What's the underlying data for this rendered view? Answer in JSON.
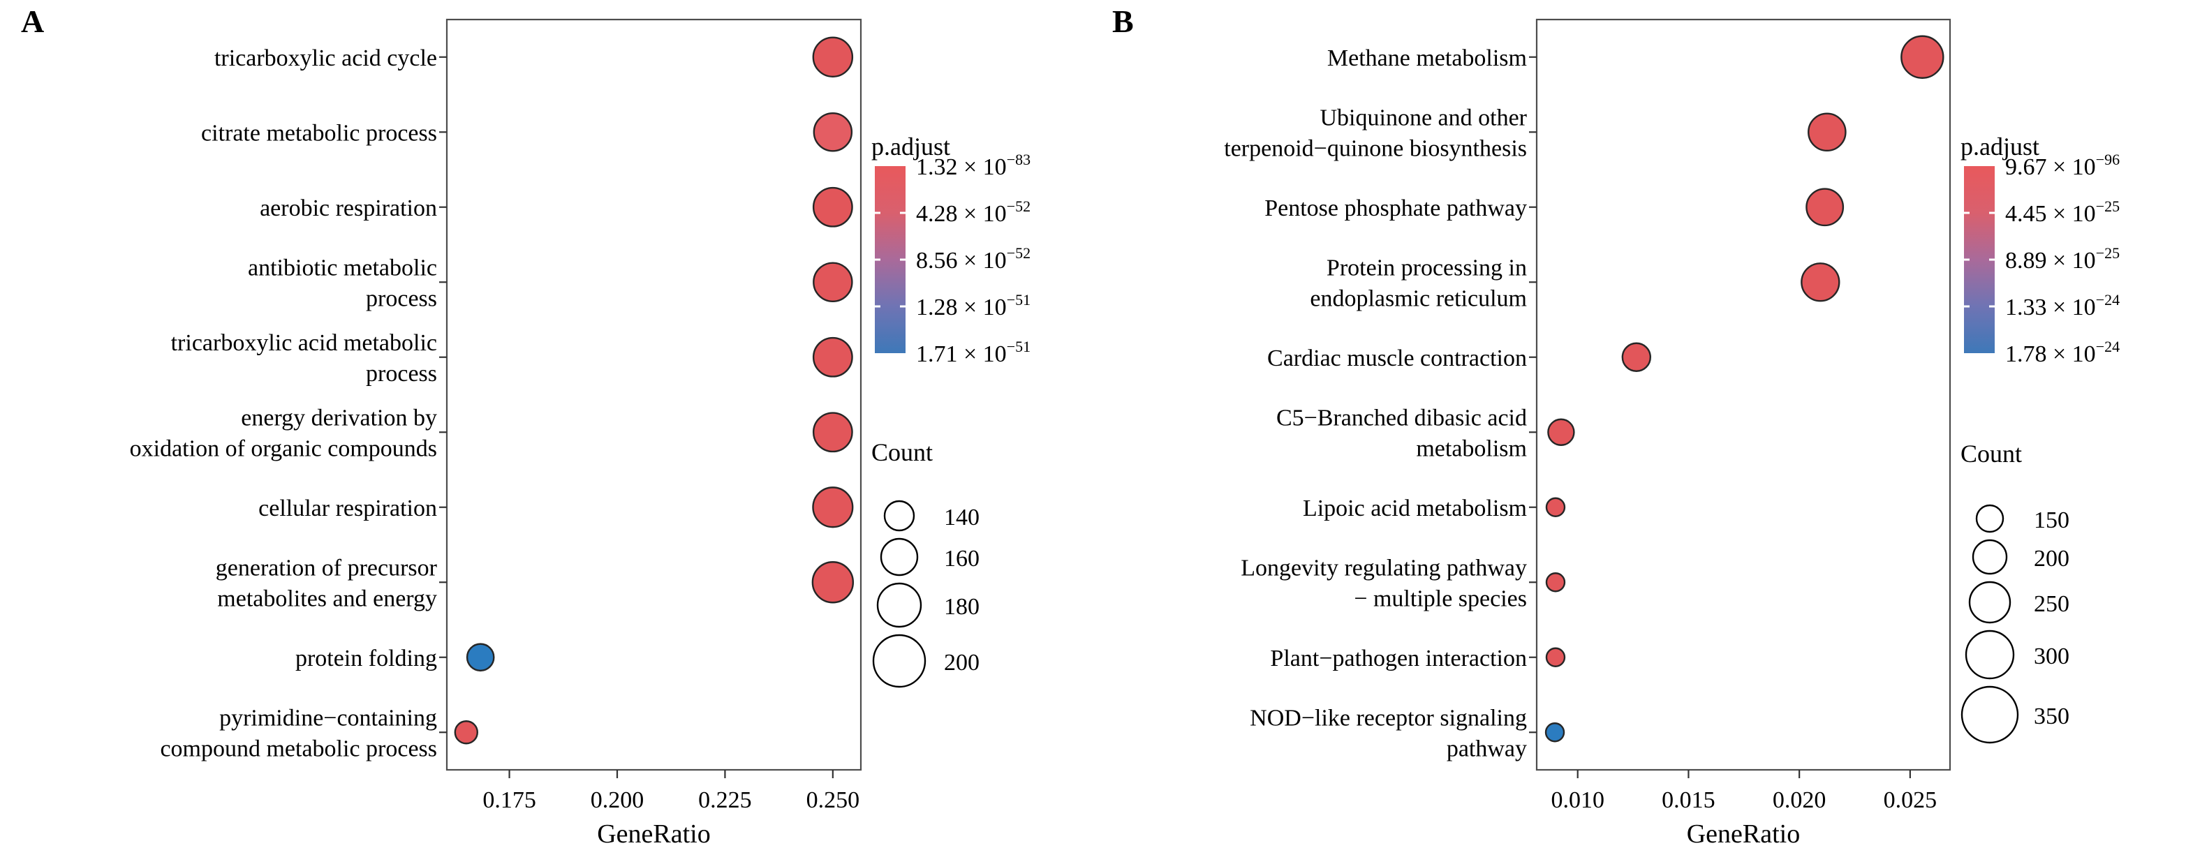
{
  "figure": {
    "panels": [
      {
        "letter": "A",
        "axis": {
          "xlabel": "GeneRatio",
          "xticks": [
            "0.175",
            "0.200",
            "0.225",
            "0.250"
          ],
          "xtick_values": [
            0.175,
            0.2,
            0.225,
            0.25
          ],
          "xlim": [
            0.1605,
            0.2565
          ]
        },
        "categories": [
          "tricarboxylic acid cycle",
          "citrate metabolic process",
          "aerobic respiration",
          "antibiotic metabolic\nprocess",
          "tricarboxylic acid metabolic\nprocess",
          "energy derivation by\noxidation of organic compounds",
          "cellular respiration",
          "generation of precursor\nmetabolites and energy",
          "protein folding",
          "pyrimidine−containing\ncompound metabolic process"
        ],
        "points": [
          {
            "label": "tricarboxylic acid cycle",
            "gene_ratio": 0.25,
            "count": 178,
            "color": "#e2565a"
          },
          {
            "label": "citrate metabolic process",
            "gene_ratio": 0.25,
            "count": 172,
            "color": "#e45d63"
          },
          {
            "label": "aerobic respiration",
            "gene_ratio": 0.25,
            "count": 176,
            "color": "#e2565a"
          },
          {
            "label": "antibiotic metabolic process",
            "gene_ratio": 0.25,
            "count": 175,
            "color": "#e2565a"
          },
          {
            "label": "tricarboxylic acid metabolic process",
            "gene_ratio": 0.25,
            "count": 176,
            "color": "#e2565a"
          },
          {
            "label": "energy derivation by oxidation of organic compounds",
            "gene_ratio": 0.25,
            "count": 176,
            "color": "#e2565a"
          },
          {
            "label": "cellular respiration",
            "gene_ratio": 0.25,
            "count": 180,
            "color": "#e2565a"
          },
          {
            "label": "generation of precursor metabolites and energy",
            "gene_ratio": 0.25,
            "count": 184,
            "color": "#e2565a"
          },
          {
            "label": "protein folding",
            "gene_ratio": 0.1683,
            "count": 132,
            "color": "#2b7cc0"
          },
          {
            "label": "pyrimidine−containing compound metabolic process",
            "gene_ratio": 0.165,
            "count": 120,
            "color": "#e2565a"
          }
        ],
        "legend_color": {
          "title": "p.adjust",
          "labels": [
            {
              "mantissa": "1.32 × 10",
              "exponent": "−83"
            },
            {
              "mantissa": "4.28 × 10",
              "exponent": "−52"
            },
            {
              "mantissa": "8.56 × 10",
              "exponent": "−52"
            },
            {
              "mantissa": "1.28 × 10",
              "exponent": "−51"
            },
            {
              "mantissa": "1.71 × 10",
              "exponent": "−51"
            }
          ],
          "gradient_top": "#e8595c",
          "gradient_bottom": "#3e78b8"
        },
        "legend_size": {
          "title": "Count",
          "items": [
            {
              "label": "140",
              "radius": 21
            },
            {
              "label": "160",
              "radius": 26
            },
            {
              "label": "180",
              "radius": 31
            },
            {
              "label": "200",
              "radius": 37
            }
          ]
        }
      },
      {
        "letter": "B",
        "axis": {
          "xlabel": "GeneRatio",
          "xticks": [
            "0.010",
            "0.015",
            "0.020",
            "0.025"
          ],
          "xtick_values": [
            0.01,
            0.015,
            0.02,
            0.025
          ],
          "xlim": [
            0.00815,
            0.0268
          ]
        },
        "categories": [
          "Methane metabolism",
          "Ubiquinone and other\nterpenoid−quinone biosynthesis",
          "Pentose phosphate pathway",
          "Protein processing in\nendoplasmic reticulum",
          "Cardiac muscle contraction",
          "C5−Branched dibasic acid\nmetabolism",
          "Lipoic acid metabolism",
          "Longevity regulating pathway\n− multiple species",
          "Plant−pathogen interaction",
          "NOD−like receptor signaling\npathway"
        ],
        "points": [
          {
            "label": "Methane metabolism",
            "gene_ratio": 0.02555,
            "count": 330,
            "color": "#e2565a"
          },
          {
            "label": "Ubiquinone and other terpenoid−quinone biosynthesis",
            "gene_ratio": 0.02125,
            "count": 280,
            "color": "#e2565a"
          },
          {
            "label": "Pentose phosphate pathway",
            "gene_ratio": 0.02115,
            "count": 275,
            "color": "#e2565a"
          },
          {
            "label": "Protein processing in endoplasmic reticulum",
            "gene_ratio": 0.02095,
            "count": 285,
            "color": "#e2565a"
          },
          {
            "label": "Cardiac muscle contraction",
            "gene_ratio": 0.01265,
            "count": 200,
            "color": "#e2565a"
          },
          {
            "label": "C5−Branched dibasic acid metabolism",
            "gene_ratio": 0.00925,
            "count": 185,
            "color": "#e2565a"
          },
          {
            "label": "Lipoic acid metabolism",
            "gene_ratio": 0.009,
            "count": 140,
            "color": "#e2565a"
          },
          {
            "label": "Longevity regulating pathway − multiple species",
            "gene_ratio": 0.009,
            "count": 140,
            "color": "#e2565a"
          },
          {
            "label": "Plant−pathogen interaction",
            "gene_ratio": 0.009,
            "count": 140,
            "color": "#e2565a"
          },
          {
            "label": "NOD−like receptor signaling pathway",
            "gene_ratio": 0.00897,
            "count": 140,
            "color": "#2b7cc0"
          }
        ],
        "legend_color": {
          "title": "p.adjust",
          "labels": [
            {
              "mantissa": "9.67 × 10",
              "exponent": "−96"
            },
            {
              "mantissa": "4.45 × 10",
              "exponent": "−25"
            },
            {
              "mantissa": "8.89 × 10",
              "exponent": "−25"
            },
            {
              "mantissa": "1.33 × 10",
              "exponent": "−24"
            },
            {
              "mantissa": "1.78 × 10",
              "exponent": "−24"
            }
          ],
          "gradient_top": "#e8595c",
          "gradient_bottom": "#3e78b8"
        },
        "legend_size": {
          "title": "Count",
          "items": [
            {
              "label": "150",
              "radius": 19
            },
            {
              "label": "200",
              "radius": 24
            },
            {
              "label": "250",
              "radius": 29
            },
            {
              "label": "300",
              "radius": 34
            },
            {
              "label": "350",
              "radius": 40
            }
          ]
        }
      }
    ]
  },
  "chart_data": [
    {
      "type": "scatter",
      "panel": "A",
      "title": "",
      "xlabel": "GeneRatio",
      "ylabel": "",
      "xlim": [
        0.1605,
        0.2565
      ],
      "xticks": [
        0.175,
        0.2,
        0.225,
        0.25
      ],
      "grid": true,
      "legend_position": "right",
      "categories": [
        "tricarboxylic acid cycle",
        "citrate metabolic process",
        "aerobic respiration",
        "antibiotic metabolic process",
        "tricarboxylic acid metabolic process",
        "energy derivation by oxidation of organic compounds",
        "cellular respiration",
        "generation of precursor metabolites and energy",
        "protein folding",
        "pyrimidine-containing compound metabolic process"
      ],
      "x": [
        0.25,
        0.25,
        0.25,
        0.25,
        0.25,
        0.25,
        0.25,
        0.25,
        0.1683,
        0.165
      ],
      "size_values": [
        178,
        172,
        176,
        175,
        176,
        176,
        180,
        184,
        132,
        120
      ],
      "size_legend": {
        "name": "Count",
        "breaks": [
          140,
          160,
          180,
          200
        ]
      },
      "color_legend": {
        "name": "p.adjust",
        "breaks": [
          "1.32 x 10^-83",
          "4.28 x 10^-52",
          "8.56 x 10^-52",
          "1.28 x 10^-51",
          "1.71 x 10^-51"
        ],
        "low_color": "#3e78b8",
        "high_color": "#e8595c"
      }
    },
    {
      "type": "scatter",
      "panel": "B",
      "title": "",
      "xlabel": "GeneRatio",
      "ylabel": "",
      "xlim": [
        0.00815,
        0.0268
      ],
      "xticks": [
        0.01,
        0.015,
        0.02,
        0.025
      ],
      "grid": true,
      "legend_position": "right",
      "categories": [
        "Methane metabolism",
        "Ubiquinone and other terpenoid-quinone biosynthesis",
        "Pentose phosphate pathway",
        "Protein processing in endoplasmic reticulum",
        "Cardiac muscle contraction",
        "C5-Branched dibasic acid metabolism",
        "Lipoic acid metabolism",
        "Longevity regulating pathway - multiple species",
        "Plant-pathogen interaction",
        "NOD-like receptor signaling pathway"
      ],
      "x": [
        0.02555,
        0.02125,
        0.02115,
        0.02095,
        0.01265,
        0.00925,
        0.009,
        0.009,
        0.009,
        0.00897
      ],
      "size_values": [
        330,
        280,
        275,
        285,
        200,
        185,
        140,
        140,
        140,
        140
      ],
      "size_legend": {
        "name": "Count",
        "breaks": [
          150,
          200,
          250,
          300,
          350
        ]
      },
      "color_legend": {
        "name": "p.adjust",
        "breaks": [
          "9.67 x 10^-96",
          "4.45 x 10^-25",
          "8.89 x 10^-25",
          "1.33 x 10^-24",
          "1.78 x 10^-24"
        ],
        "low_color": "#3e78b8",
        "high_color": "#e8595c"
      }
    }
  ]
}
